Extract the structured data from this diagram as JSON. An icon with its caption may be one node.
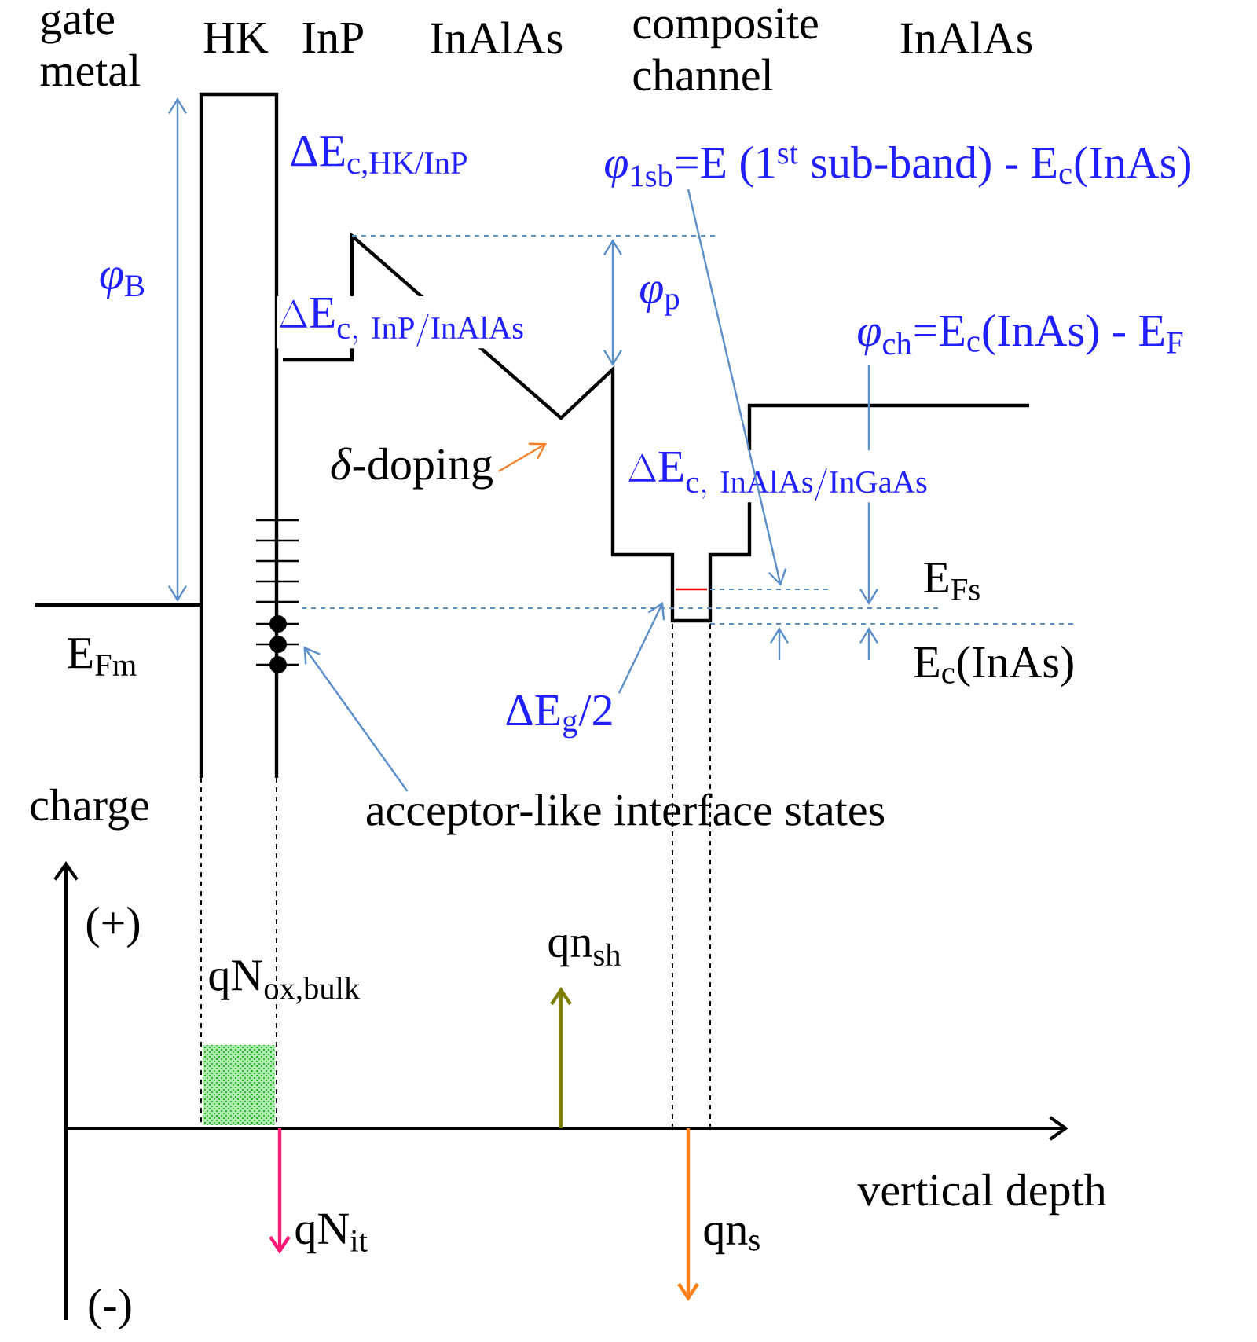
{
  "diagram": {
    "nodes": [
      {
        "text": [
          "*φ*$_{1sb}$=E (1$^{st}$ sub-band) - E$_{c}$(InAs)"
        ]
      },
      {
        "text": [
          "*δ*-doping"
        ]
      },
      {
        "text": [
          "ΔE$_{g}$/2"
        ]
      },
      {
        "text": [
          "acceptor-like interface states"
        ]
      },
      {
        "text": [],
        "shape": "picture"
      }
    ],
    "edges": [
      {
        "from": 0,
        "to": null,
        "arrow": "to"
      },
      {
        "from": 1,
        "to": null,
        "arrow": "to",
        "color": "#f0812a"
      },
      {
        "from": 2,
        "to": null,
        "arrow": "to"
      },
      {
        "from": 3,
        "to": 4,
        "arrow": "to"
      }
    ],
    "labels": [
      "gate metal",
      "HK",
      "InP",
      "InAlAs",
      "composite channel",
      "InAlAs",
      "ΔE$_{c,HK/InP}$",
      "*φ*$_{B}$",
      "*φ*$_{p}$",
      "\\Delta\\mathrm{E}_{\\mathrm{c,\\ InP/InAlAs}}",
      "*φ*$_{ch}$=E$_{c}$(InAs) - E$_{F}$",
      "\\Delta\\mathrm{E}_{\\mathrm{c,\\ InAlAs/InGaAs}}",
      "E$_{Fs}$",
      "E$_{Fm}$",
      "E$_{c}$(InAs)",
      "charge",
      "(+)",
      "qN$_{ox,bulk}$",
      "qn$_{sh}$",
      "vertical depth",
      "qN$_{it}$",
      "qn$_{s}$",
      "(-)"
    ]
  }
}
